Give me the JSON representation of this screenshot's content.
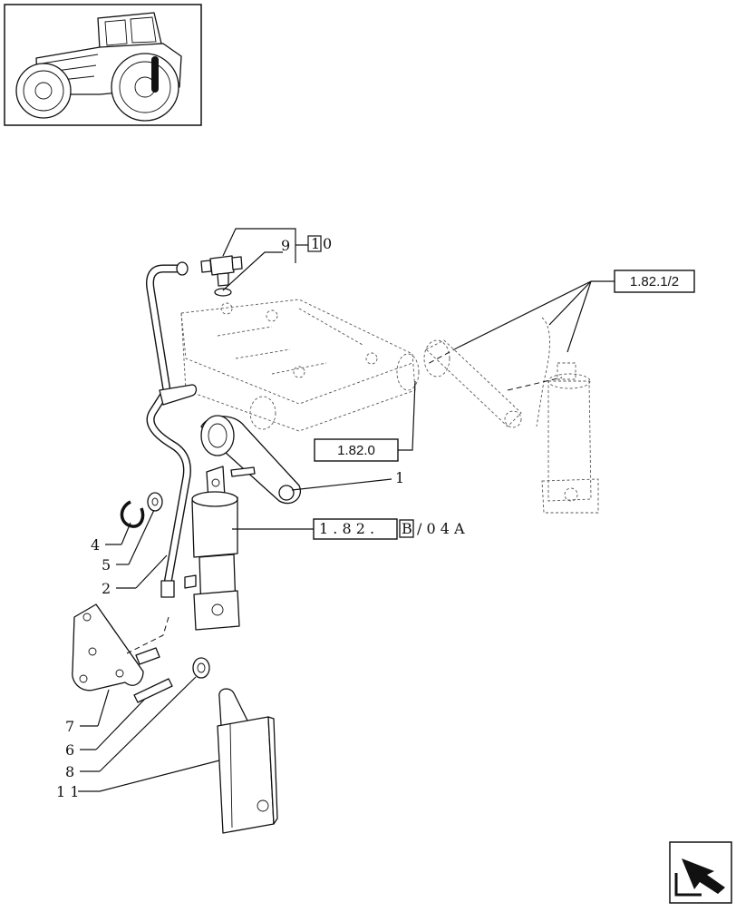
{
  "callouts": {
    "c1": "1",
    "c2": "2",
    "c4": "4",
    "c5": "5",
    "c6": "6",
    "c7": "7",
    "c8": "8",
    "c9": "9",
    "c11": "1 1",
    "c10_box": "1",
    "c10_tail": "0"
  },
  "references": {
    "ref_1_82_1_2": "1.82.1/2",
    "ref_1_82_0": "1.82.0",
    "ref_1_82_B_prefix": "1 . 8 2 .",
    "ref_1_82_B_box": "B",
    "ref_1_82_B_suffix": "/ 0 4 A"
  },
  "icons": {
    "thumbnail": "tractor-thumbnail-icon",
    "navigation": "next-page-arrow-icon"
  }
}
